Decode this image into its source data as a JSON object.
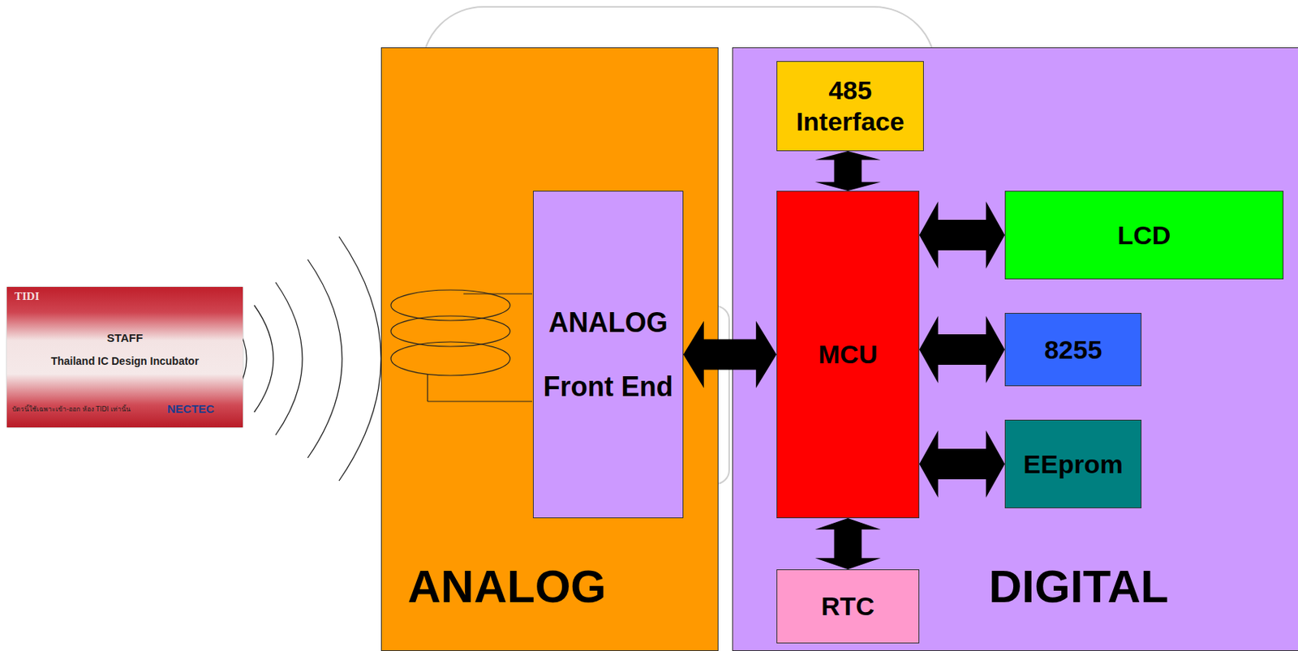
{
  "diagram": {
    "nodes": [
      {
        "text": [
          "TIDI",
          "STAFF",
          "Thailand IC Design Incubator",
          "บัตรนี้ใช้เฉพาะเข้า-ออก ห้อง TIDI เท่านั้น",
          "NECTEC"
        ]
      },
      {
        "text": [
          "ANALOG"
        ]
      },
      {
        "text": [
          "ANALOG",
          "Front End"
        ],
        "in": 1
      },
      {
        "text": [
          "DIGITAL"
        ]
      },
      {
        "text": [
          "485 Interface"
        ],
        "in": 3
      },
      {
        "text": [
          "MCU"
        ],
        "in": 3
      },
      {
        "text": [
          "LCD"
        ],
        "in": 3
      },
      {
        "text": [
          "8255"
        ],
        "in": 3
      },
      {
        "text": [
          "EEprom"
        ],
        "in": 3
      },
      {
        "text": [
          "RTC"
        ],
        "in": 3
      }
    ],
    "edges": [
      {
        "from": 2,
        "to": 5,
        "arrow": "both"
      },
      {
        "from": 4,
        "to": 5,
        "arrow": "both"
      },
      {
        "from": 5,
        "to": 6,
        "arrow": "both"
      },
      {
        "from": 5,
        "to": 7,
        "arrow": "both"
      },
      {
        "from": 5,
        "to": 8,
        "arrow": "both"
      },
      {
        "from": 5,
        "to": 9,
        "arrow": "both"
      }
    ]
  }
}
